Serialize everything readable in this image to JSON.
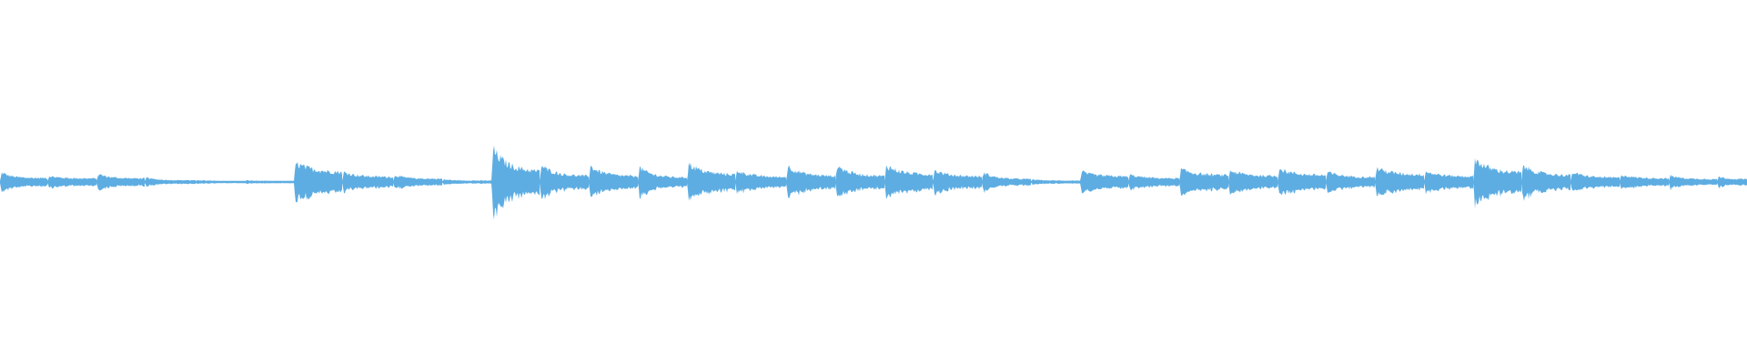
{
  "waveform": {
    "color": "#5dade2",
    "background": "#ffffff",
    "notes": [
      {
        "onset": 0.0,
        "peak": 0.3,
        "sustain": 0.11,
        "decay": 0.2
      },
      {
        "onset": 0.027,
        "peak": 0.18,
        "sustain": 0.1,
        "decay": 0.22
      },
      {
        "onset": 0.055,
        "peak": 0.25,
        "sustain": 0.1,
        "decay": 0.22
      },
      {
        "onset": 0.083,
        "peak": 0.14,
        "sustain": 0.05,
        "decay": 0.18
      },
      {
        "onset": 0.112,
        "peak": 0.06,
        "sustain": 0.03,
        "decay": 0.2
      },
      {
        "onset": 0.14,
        "peak": 0.05,
        "sustain": 0.03,
        "decay": 0.18
      },
      {
        "onset": 0.168,
        "peak": 0.55,
        "sustain": 0.25,
        "decay": 0.4
      },
      {
        "onset": 0.196,
        "peak": 0.3,
        "sustain": 0.14,
        "decay": 0.25
      },
      {
        "onset": 0.225,
        "peak": 0.22,
        "sustain": 0.09,
        "decay": 0.2
      },
      {
        "onset": 0.253,
        "peak": 0.08,
        "sustain": 0.04,
        "decay": 0.18
      },
      {
        "onset": 0.281,
        "peak": 1.0,
        "sustain": 0.28,
        "decay": 0.3
      },
      {
        "onset": 0.309,
        "peak": 0.5,
        "sustain": 0.16,
        "decay": 0.28
      },
      {
        "onset": 0.337,
        "peak": 0.48,
        "sustain": 0.15,
        "decay": 0.28
      },
      {
        "onset": 0.365,
        "peak": 0.45,
        "sustain": 0.12,
        "decay": 0.25
      },
      {
        "onset": 0.393,
        "peak": 0.55,
        "sustain": 0.2,
        "decay": 0.3
      },
      {
        "onset": 0.421,
        "peak": 0.35,
        "sustain": 0.13,
        "decay": 0.28
      },
      {
        "onset": 0.45,
        "peak": 0.48,
        "sustain": 0.16,
        "decay": 0.28
      },
      {
        "onset": 0.478,
        "peak": 0.5,
        "sustain": 0.16,
        "decay": 0.28
      },
      {
        "onset": 0.506,
        "peak": 0.5,
        "sustain": 0.2,
        "decay": 0.3
      },
      {
        "onset": 0.534,
        "peak": 0.35,
        "sustain": 0.15,
        "decay": 0.28
      },
      {
        "onset": 0.562,
        "peak": 0.3,
        "sustain": 0.08,
        "decay": 0.22
      },
      {
        "onset": 0.59,
        "peak": 0.08,
        "sustain": 0.04,
        "decay": 0.18
      },
      {
        "onset": 0.618,
        "peak": 0.3,
        "sustain": 0.15,
        "decay": 0.28
      },
      {
        "onset": 0.646,
        "peak": 0.22,
        "sustain": 0.1,
        "decay": 0.25
      },
      {
        "onset": 0.675,
        "peak": 0.38,
        "sustain": 0.18,
        "decay": 0.3
      },
      {
        "onset": 0.703,
        "peak": 0.35,
        "sustain": 0.16,
        "decay": 0.28
      },
      {
        "onset": 0.731,
        "peak": 0.4,
        "sustain": 0.18,
        "decay": 0.3
      },
      {
        "onset": 0.759,
        "peak": 0.3,
        "sustain": 0.13,
        "decay": 0.28
      },
      {
        "onset": 0.787,
        "peak": 0.42,
        "sustain": 0.2,
        "decay": 0.3
      },
      {
        "onset": 0.815,
        "peak": 0.32,
        "sustain": 0.15,
        "decay": 0.28
      },
      {
        "onset": 0.843,
        "peak": 0.7,
        "sustain": 0.25,
        "decay": 0.3
      },
      {
        "onset": 0.871,
        "peak": 0.5,
        "sustain": 0.18,
        "decay": 0.28
      },
      {
        "onset": 0.899,
        "peak": 0.3,
        "sustain": 0.12,
        "decay": 0.25
      },
      {
        "onset": 0.927,
        "peak": 0.22,
        "sustain": 0.1,
        "decay": 0.25
      },
      {
        "onset": 0.955,
        "peak": 0.2,
        "sustain": 0.08,
        "decay": 0.22
      },
      {
        "onset": 0.983,
        "peak": 0.18,
        "sustain": 0.08,
        "decay": 0.22
      }
    ]
  }
}
